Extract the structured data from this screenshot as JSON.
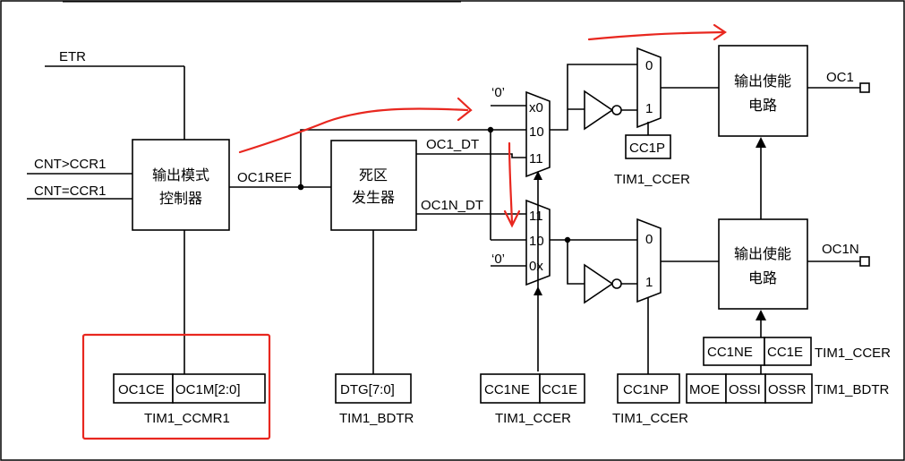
{
  "signals": {
    "etr": "ETR",
    "cnt_gt": "CNT>CCR1",
    "cnt_eq": "CNT=CCR1",
    "oc1ref": "OC1REF",
    "oc1_dt": "OC1_DT",
    "oc1n_dt": "OC1N_DT",
    "oc1": "OC1",
    "oc1n": "OC1N",
    "zero_top": "‘0’",
    "zero_bot": "‘0’"
  },
  "blocks": {
    "mode_ctrl_l1": "输出模式",
    "mode_ctrl_l2": "控制器",
    "dead_l1": "死区",
    "dead_l2": "发生器",
    "oe1_l1": "输出使能",
    "oe1_l2": "电路",
    "oe2_l1": "输出使能",
    "oe2_l2": "电路"
  },
  "mux_top": {
    "in0": "x0",
    "in1": "10",
    "in2": "11"
  },
  "mux_bot": {
    "in0": "11",
    "in1": "10",
    "in2": "0x"
  },
  "sel_top": {
    "in0": "0",
    "in1": "1"
  },
  "sel_bot": {
    "in0": "0",
    "in1": "1"
  },
  "registers": {
    "oc1ce": "OC1CE",
    "oc1m": "OC1M[2:0]",
    "ccmr1": "TIM1_CCMR1",
    "dtg": "DTG[7:0]",
    "bdtr1": "TIM1_BDTR",
    "cc1ne_a": "CC1NE",
    "cc1e_a": "CC1E",
    "ccer_a": "TIM1_CCER",
    "cc1np": "CC1NP",
    "ccer_b": "TIM1_CCER",
    "cc1p": "CC1P",
    "ccer_c": "TIM1_CCER",
    "cc1ne_b": "CC1NE",
    "cc1e_b": "CC1E",
    "ccer_d": "TIM1_CCER",
    "moe": "MOE",
    "ossi": "OSSI",
    "ossr": "OSSR",
    "bdtr2": "TIM1_BDTR"
  },
  "colors": {
    "line": "#000000",
    "annotation": "#e8271f"
  }
}
